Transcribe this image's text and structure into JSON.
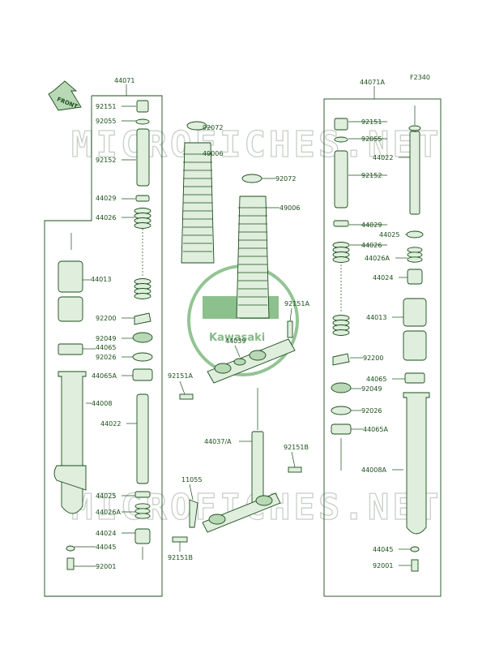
{
  "figure_code": "F2340",
  "front_label": "FRONT",
  "watermark": "MICROFICHES.NET",
  "logo_text": "Kawasaki",
  "left_assembly": {
    "title": "44071",
    "labels": [
      "92151",
      "92055",
      "92152",
      "44029",
      "44026",
      "44013",
      "92200",
      "92049",
      "44065",
      "92026",
      "44065A",
      "44008",
      "44022",
      "44025",
      "44026A",
      "44024",
      "44045",
      "92001"
    ]
  },
  "right_assembly": {
    "title": "44071A",
    "labels": [
      "92151",
      "92055",
      "44022",
      "92152",
      "44029",
      "44025",
      "44026",
      "44026A",
      "44024",
      "44013",
      "92200",
      "44065",
      "92049",
      "92026",
      "44065A",
      "44008A",
      "44045",
      "92001"
    ]
  },
  "center_labels": {
    "l92072a": "92072",
    "l49006a": "49006",
    "l92072b": "92072",
    "l49006b": "49006",
    "l92151A_1": "92151A",
    "l44039": "44039",
    "l92151A_2": "92151A",
    "l44037": "44037/A",
    "l92151B_1": "92151B",
    "l11055": "11055",
    "l92151B_2": "92151B"
  },
  "colors": {
    "line": "#1a4d1a",
    "part_fill": "#dfeedd",
    "part_dark": "#b9d8b5",
    "watermark": "#c8cfc8",
    "logo": "#6fb070"
  }
}
